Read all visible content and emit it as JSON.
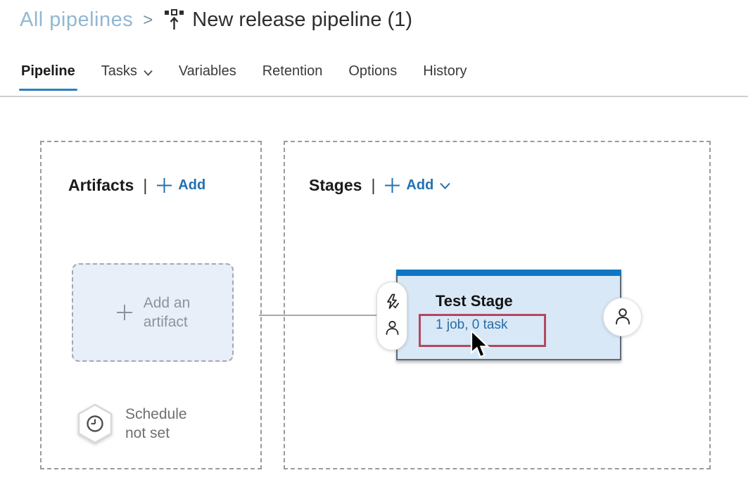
{
  "breadcrumb": {
    "parent": "All pipelines",
    "separator": ">",
    "title": "New release pipeline (1)"
  },
  "tabs": [
    {
      "label": "Pipeline",
      "active": true
    },
    {
      "label": "Tasks",
      "dropdown": true
    },
    {
      "label": "Variables"
    },
    {
      "label": "Retention"
    },
    {
      "label": "Options"
    },
    {
      "label": "History"
    }
  ],
  "artifacts": {
    "title": "Artifacts",
    "separator": "|",
    "add_button": "Add",
    "placeholder_line1": "Add an",
    "placeholder_line2": "artifact",
    "schedule_line1": "Schedule",
    "schedule_line2": "not set"
  },
  "stages": {
    "title": "Stages",
    "separator": "|",
    "add_button": "Add",
    "stage": {
      "name": "Test Stage",
      "jobs_summary": "1 job, 0 task"
    }
  },
  "icons": {
    "breadcrumb_icon": "release-pipeline-icon",
    "pre_deploy_icons": [
      "lightning-bolt-icon",
      "person-icon"
    ],
    "post_deploy_icon": "person-icon",
    "schedule_icon": "clock-in-hexagon-icon"
  },
  "colors": {
    "accent_blue": "#2270b3",
    "tab_underline": "#2f7fc1",
    "stage_header_bar": "#0e76c4",
    "stage_background": "#d8e8f7",
    "artifact_box_background": "#e9eff8",
    "link_blue": "#2a6ba3",
    "breadcrumb_link": "#92b7d2",
    "annotation_red": "#b4475e"
  }
}
